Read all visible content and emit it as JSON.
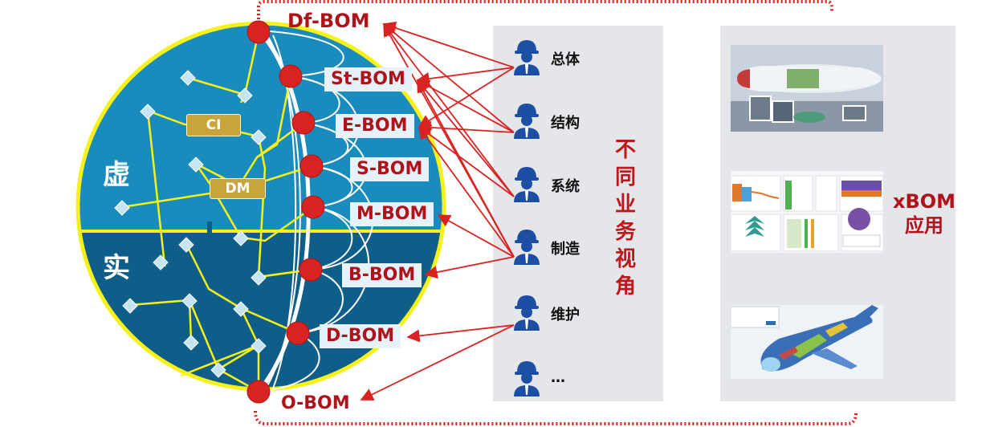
{
  "globe": {
    "virtual_label": "虚",
    "real_label": "实",
    "ci_label": "CI",
    "dm_label": "DM"
  },
  "bom_types": [
    "Df-BOM",
    "St-BOM",
    "E-BOM",
    "S-BOM",
    "M-BOM",
    "B-BOM",
    "D-BOM",
    "O-BOM"
  ],
  "roles": [
    "总体",
    "结构",
    "系统",
    "制造",
    "维护",
    "…"
  ],
  "vertical_title": "不同业务视角",
  "xbom_label": [
    "xBOM",
    "应用"
  ],
  "colors": {
    "globe_top": "#1a8bbd",
    "globe_bottom": "#0f5e8a",
    "yellow": "#f7f11a",
    "red": "#d92323",
    "label_red": "#b0121a"
  }
}
